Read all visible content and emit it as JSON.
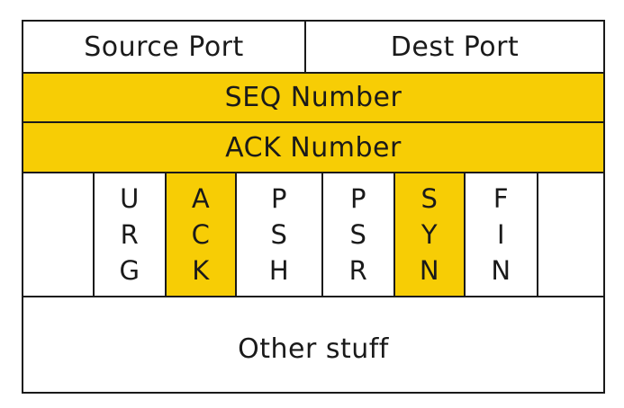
{
  "header_row": {
    "source_port": "Source Port",
    "dest_port": "Dest Port"
  },
  "seq_row": {
    "label": "SEQ Number"
  },
  "ack_row": {
    "label": "ACK Number"
  },
  "flags": [
    {
      "letters": [
        "U",
        "R",
        "G"
      ],
      "highlighted": false
    },
    {
      "letters": [
        "A",
        "C",
        "K"
      ],
      "highlighted": true
    },
    {
      "letters": [
        "P",
        "S",
        "H"
      ],
      "highlighted": false
    },
    {
      "letters": [
        "P",
        "S",
        "R"
      ],
      "highlighted": false
    },
    {
      "letters": [
        "S",
        "Y",
        "N"
      ],
      "highlighted": true
    },
    {
      "letters": [
        "F",
        "I",
        "N"
      ],
      "highlighted": false
    }
  ],
  "other_row": {
    "label": "Other stuff"
  },
  "colors": {
    "highlight": "#f7cd05",
    "border": "#1a1a1a",
    "background": "#ffffff"
  }
}
